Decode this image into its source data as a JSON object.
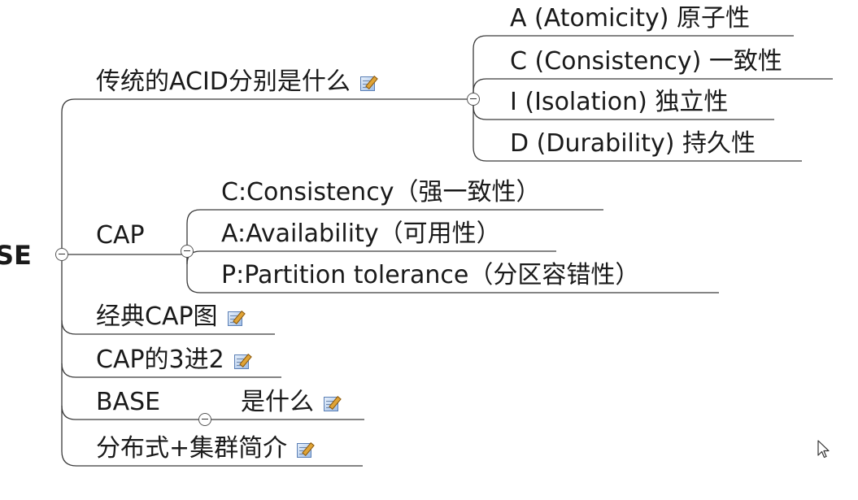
{
  "root": {
    "label": "SE"
  },
  "branches": {
    "acid": {
      "label": "传统的ACID分别是什么",
      "has_note": true,
      "children": [
        "A (Atomicity) 原子性",
        "C (Consistency) 一致性",
        "I (Isolation) 独立性",
        "D (Durability) 持久性"
      ]
    },
    "cap": {
      "label": "CAP",
      "children": [
        "C:Consistency（强一致性）",
        "A:Availability（可用性）",
        "P:Partition tolerance（分区容错性）"
      ]
    },
    "cap_figure": {
      "label": "经典CAP图",
      "has_note": true
    },
    "cap_3_to_2": {
      "label": "CAP的3进2",
      "has_note": true
    },
    "base": {
      "label": "BASE",
      "children": [
        "是什么"
      ],
      "child_has_note": true
    },
    "distributed": {
      "label": "分布式+集群简介",
      "has_note": true
    }
  },
  "colors": {
    "line": "#3a3a3a",
    "text": "#1a1a1a",
    "background": "#ffffff"
  },
  "icons": {
    "note": "note-pencil-icon",
    "collapse": "collapse-minus-icon",
    "cursor": "mouse-pointer-icon"
  }
}
